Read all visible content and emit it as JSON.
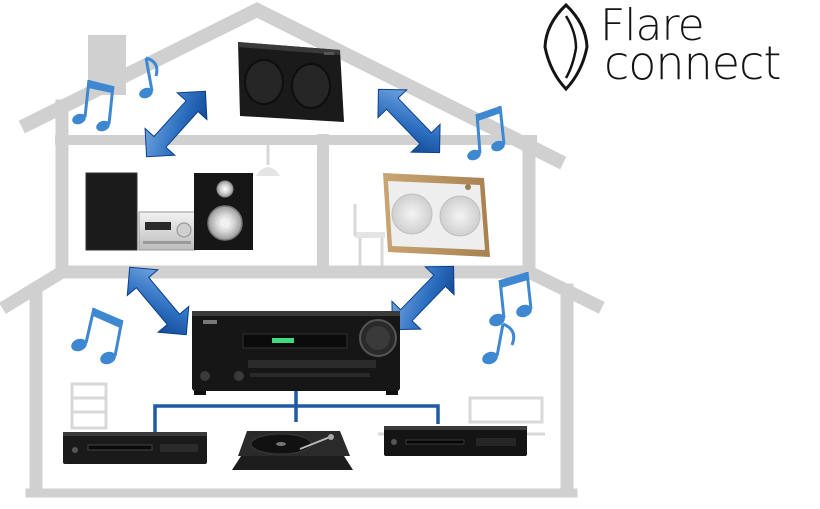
{
  "brand": {
    "line1": "Flare",
    "line2": "connect",
    "logo_icon": "diamond-flame-icon"
  },
  "colors": {
    "house": "#cfcfcf",
    "arrow_dark": "#0b3f8a",
    "arrow_light": "#7fb0e6",
    "cable": "#1e5aa6",
    "note": "#3e88d2",
    "device": "#141414"
  },
  "devices": [
    {
      "name": "wireless-speaker-black",
      "icon": "speaker-icon"
    },
    {
      "name": "mini-hifi-system",
      "icon": "hifi-system-icon"
    },
    {
      "name": "wireless-speaker-wood",
      "icon": "speaker-icon"
    },
    {
      "name": "av-receiver",
      "icon": "receiver-icon"
    },
    {
      "name": "cd-player",
      "icon": "cd-player-icon"
    },
    {
      "name": "turntable",
      "icon": "turntable-icon"
    },
    {
      "name": "blu-ray-player",
      "icon": "disc-player-icon"
    }
  ]
}
